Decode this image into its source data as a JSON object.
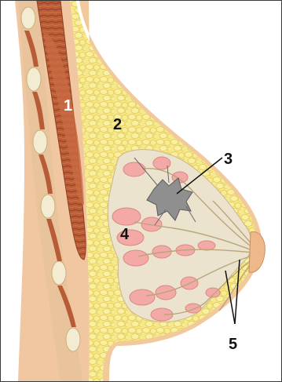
{
  "labels": [
    {
      "id": "1",
      "text": "1",
      "color": "#ffffff"
    },
    {
      "id": "2",
      "text": "2",
      "color": "#111111"
    },
    {
      "id": "3",
      "text": "3",
      "color": "#111111"
    },
    {
      "id": "4",
      "text": "4",
      "color": "#111111"
    },
    {
      "id": "5",
      "text": "5",
      "color": "#111111"
    }
  ],
  "colors": {
    "fat": "#f6e98b",
    "fat_lobule": "#efd866",
    "skin": "#f2c99a",
    "muscle": "#b85c38",
    "muscle_dark": "#8e3f22",
    "gland": "#f3a9a6",
    "stroma": "#ece3cf",
    "tumor": "#8f8f8f",
    "rib": "#f3ecd2",
    "border": "#3a3a3a"
  }
}
